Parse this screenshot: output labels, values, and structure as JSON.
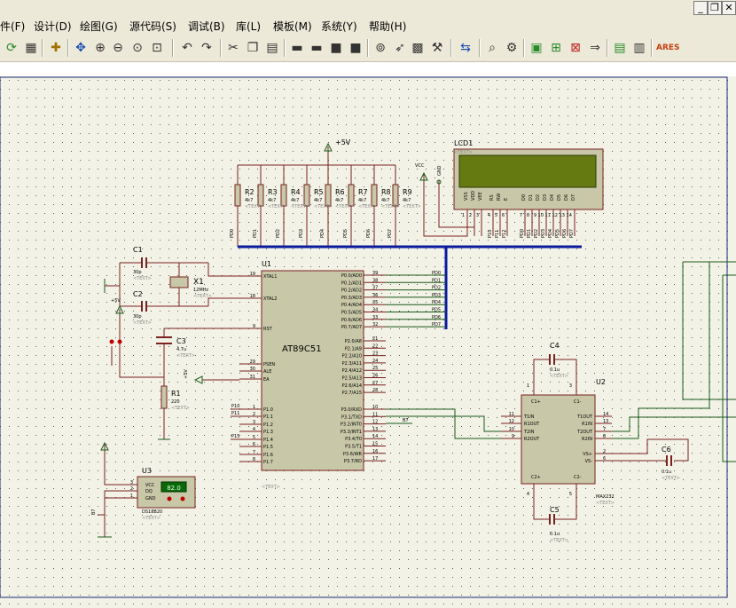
{
  "menu": [
    "件(F)",
    "设计(D)",
    "绘图(G)",
    "源代码(S)",
    "调试(B)",
    "库(L)",
    "模板(M)",
    "系统(Y)",
    "帮助(H)"
  ],
  "window_controls": {
    "minimize": "_",
    "restore": "❐",
    "close": "✕"
  },
  "toolbar_icons": [
    "refresh-icon",
    "grid-icon",
    "origin-icon",
    "pan-icon",
    "zoom-in-icon",
    "zoom-out-icon",
    "zoom-all-icon",
    "zoom-area-icon",
    "undo-icon",
    "redo-icon",
    "cut-icon",
    "copy-icon",
    "paste-icon",
    "block-copy-icon",
    "block-move-icon",
    "block-rotate-icon",
    "block-delete-icon",
    "pick-device-icon",
    "make-device-icon",
    "packaging-icon",
    "decompose-icon",
    "wire-autorouter-icon",
    "search-icon",
    "property-assignment-icon",
    "new-sheet-icon",
    "add-sheet-icon",
    "delete-sheet-icon",
    "goto-sheet-icon",
    "bom-icon",
    "netlist-icon",
    "ares-icon"
  ],
  "schematic": {
    "text_placeholder": "<TEXT>",
    "power_labels": {
      "vcc5": "+5V",
      "vcc5_small": "+5V",
      "vcc": "VCC",
      "gnd": "GND"
    },
    "lcd": {
      "ref": "LCD1",
      "pins": [
        "VSS",
        "VDD",
        "VEE",
        "RS",
        "RW",
        "E",
        "D0",
        "D1",
        "D2",
        "D3",
        "D4",
        "D5",
        "D6",
        "D7"
      ],
      "pin_numbers": [
        "1",
        "2",
        "3",
        "4",
        "5",
        "6",
        "7",
        "8",
        "9",
        "10",
        "11",
        "12",
        "13",
        "14"
      ],
      "nets_ctrl": [
        "P10",
        "P11",
        "P12"
      ],
      "nets_data": [
        "PD0",
        "PD1",
        "PD2",
        "PD3",
        "PD4",
        "PD5",
        "PD6",
        "PD7"
      ]
    },
    "resistor_array": {
      "refs": [
        "R2",
        "R3",
        "R4",
        "R5",
        "R6",
        "R7",
        "R8",
        "R9"
      ],
      "values": [
        "4k7",
        "4k7",
        "4k7",
        "4k7",
        "4k7",
        "4k7",
        "4k7",
        "4k7"
      ],
      "nets": [
        "PD0",
        "PD1",
        "PD2",
        "PD3",
        "PD4",
        "PD5",
        "PD6",
        "PD7"
      ]
    },
    "mcu": {
      "ref": "U1",
      "part": "AT89C51",
      "left_pins": [
        {
          "num": "19",
          "name": "XTAL1"
        },
        {
          "num": "18",
          "name": "XTAL2"
        },
        {
          "num": "9",
          "name": "RST"
        },
        {
          "num": "29",
          "name": "PSEN"
        },
        {
          "num": "30",
          "name": "ALE"
        },
        {
          "num": "31",
          "name": "EA"
        },
        {
          "num": "1",
          "name": "P1.0"
        },
        {
          "num": "2",
          "name": "P1.1"
        },
        {
          "num": "3",
          "name": "P1.2"
        },
        {
          "num": "4",
          "name": "P1.3"
        },
        {
          "num": "5",
          "name": "P1.4"
        },
        {
          "num": "6",
          "name": "P1.5"
        },
        {
          "num": "7",
          "name": "P1.6"
        },
        {
          "num": "8",
          "name": "P1.7"
        }
      ],
      "right_pins": [
        {
          "num": "39",
          "name": "P0.0/AD0"
        },
        {
          "num": "38",
          "name": "P0.1/AD1"
        },
        {
          "num": "37",
          "name": "P0.2/AD2"
        },
        {
          "num": "36",
          "name": "P0.3/AD3"
        },
        {
          "num": "35",
          "name": "P0.4/AD4"
        },
        {
          "num": "34",
          "name": "P0.5/AD5"
        },
        {
          "num": "33",
          "name": "P0.6/AD6"
        },
        {
          "num": "32",
          "name": "P0.7/AD7"
        },
        {
          "num": "21",
          "name": "P2.0/A8"
        },
        {
          "num": "22",
          "name": "P2.1/A9"
        },
        {
          "num": "23",
          "name": "P2.2/A10"
        },
        {
          "num": "24",
          "name": "P2.3/A11"
        },
        {
          "num": "25",
          "name": "P2.4/A12"
        },
        {
          "num": "26",
          "name": "P2.5/A13"
        },
        {
          "num": "27",
          "name": "P2.6/A14"
        },
        {
          "num": "28",
          "name": "P2.7/A15"
        },
        {
          "num": "10",
          "name": "P3.0/RXD"
        },
        {
          "num": "11",
          "name": "P3.1/TXD"
        },
        {
          "num": "12",
          "name": "P3.2/INT0"
        },
        {
          "num": "13",
          "name": "P3.3/INT1"
        },
        {
          "num": "14",
          "name": "P3.4/T0"
        },
        {
          "num": "15",
          "name": "P3.5/T1"
        },
        {
          "num": "16",
          "name": "P3.6/WR"
        },
        {
          "num": "17",
          "name": "P3.7/RD"
        }
      ],
      "port0_nets": [
        "PD0",
        "PD1",
        "PD2",
        "PD3",
        "PD4",
        "PD5",
        "PD6",
        "PD7"
      ],
      "port1_nets": [
        "P10",
        "P11",
        "P15"
      ],
      "p3_net": "B7"
    },
    "crystal": {
      "ref": "X1",
      "value": "12MHz"
    },
    "caps": [
      {
        "ref": "C1",
        "value": "30p"
      },
      {
        "ref": "C2",
        "value": "30p"
      },
      {
        "ref": "C3",
        "value": "4.7u"
      },
      {
        "ref": "C4",
        "value": "0.1u"
      },
      {
        "ref": "C5",
        "value": "0.1u"
      },
      {
        "ref": "C6",
        "value": "0.1u"
      }
    ],
    "r1": {
      "ref": "R1",
      "value": "220"
    },
    "sensor": {
      "ref": "U3",
      "part": "DS18B20",
      "pins": [
        "VCC",
        "DQ",
        "GND"
      ],
      "pin_numbers": [
        "3",
        "2",
        "1"
      ],
      "display": "82.0",
      "net": "B7"
    },
    "max232": {
      "ref": "U2",
      "part": "MAX232",
      "top_pins": [
        {
          "num": "1",
          "name": "C1+"
        },
        {
          "num": "3",
          "name": "C1-"
        }
      ],
      "bottom_pins": [
        {
          "num": "4",
          "name": "C2+"
        },
        {
          "num": "5",
          "name": "C2-"
        }
      ],
      "left_pins": [
        {
          "num": "11",
          "name": "T1IN"
        },
        {
          "num": "12",
          "name": "R1OUT"
        },
        {
          "num": "10",
          "name": "T2IN"
        },
        {
          "num": "9",
          "name": "R2OUT"
        }
      ],
      "right_pins": [
        {
          "num": "14",
          "name": "T1OUT"
        },
        {
          "num": "13",
          "name": "R1IN"
        },
        {
          "num": "7",
          "name": "T2OUT"
        },
        {
          "num": "8",
          "name": "R2IN"
        },
        {
          "num": "2",
          "name": "VS+"
        },
        {
          "num": "6",
          "name": "VS-"
        }
      ]
    }
  }
}
